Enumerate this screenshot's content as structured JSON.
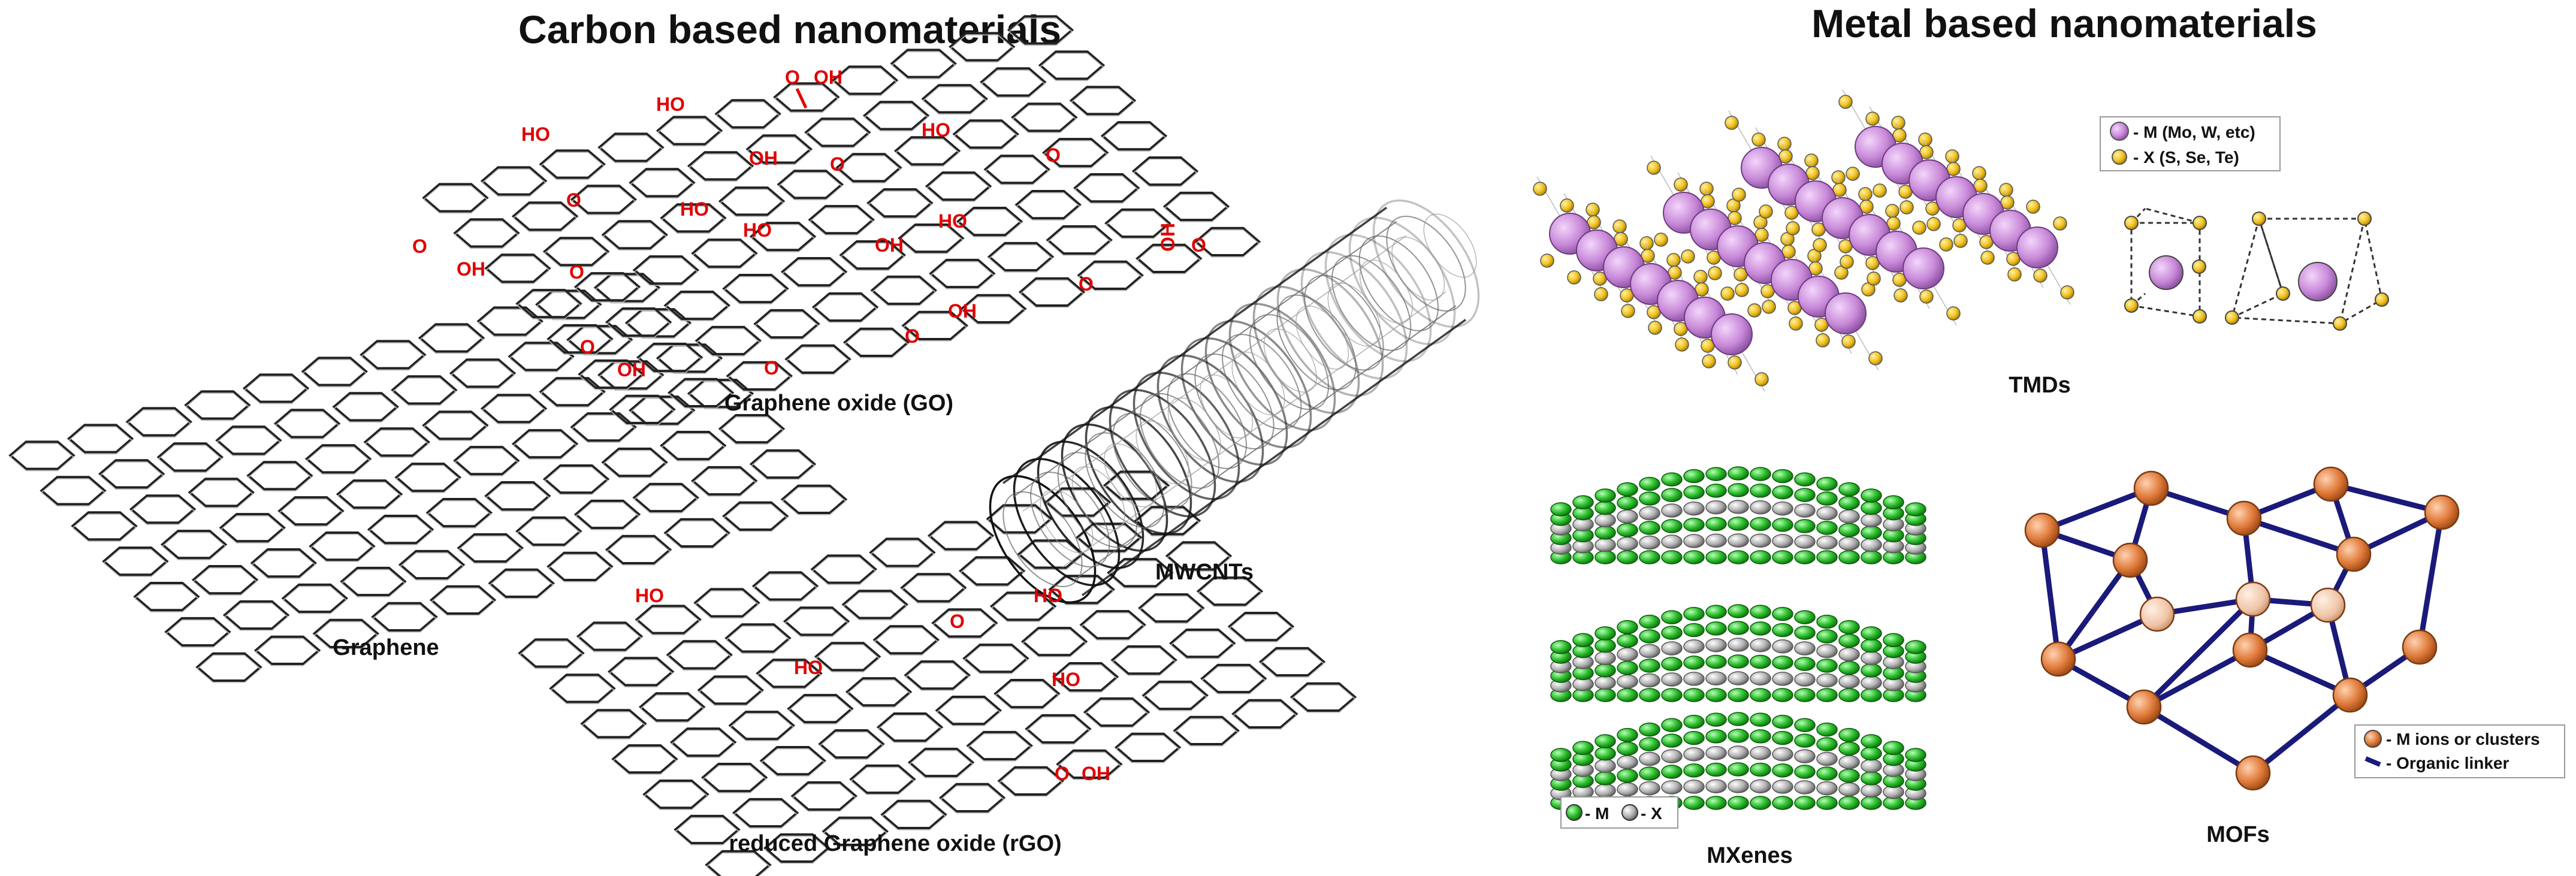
{
  "carbon": {
    "title": "Carbon based nanomaterials",
    "graphene_label": "Graphene",
    "go_label": "Graphene oxide (GO)",
    "rgo_label": "reduced Graphene oxide (rGO)",
    "mwcnt_label": "MWCNTs",
    "groups": {
      "oh": "OH",
      "ho": "HO",
      "cooh": "O",
      "o": "O"
    }
  },
  "metal": {
    "title": "Metal based nanomaterials",
    "tmd_label": "TMDs",
    "tmd_legend": [
      "- M (Mo, W, etc)",
      "- X (S, Se, Te)"
    ],
    "mxene_label": "MXenes",
    "mxene_legend": [
      "- M",
      "- X"
    ],
    "mof_label": "MOFs",
    "mof_legend": [
      "- M ions or clusters",
      "- Organic linker"
    ]
  },
  "colors": {
    "metal_atom": "#c98ad9",
    "chalcogen": "#f0c020",
    "mxene_m": "#2fbf2f",
    "mxene_x": "#b0b0b0",
    "mof_node": "#e07a3a",
    "linker": "#1a1a7a",
    "functional_group": "#e00000"
  }
}
